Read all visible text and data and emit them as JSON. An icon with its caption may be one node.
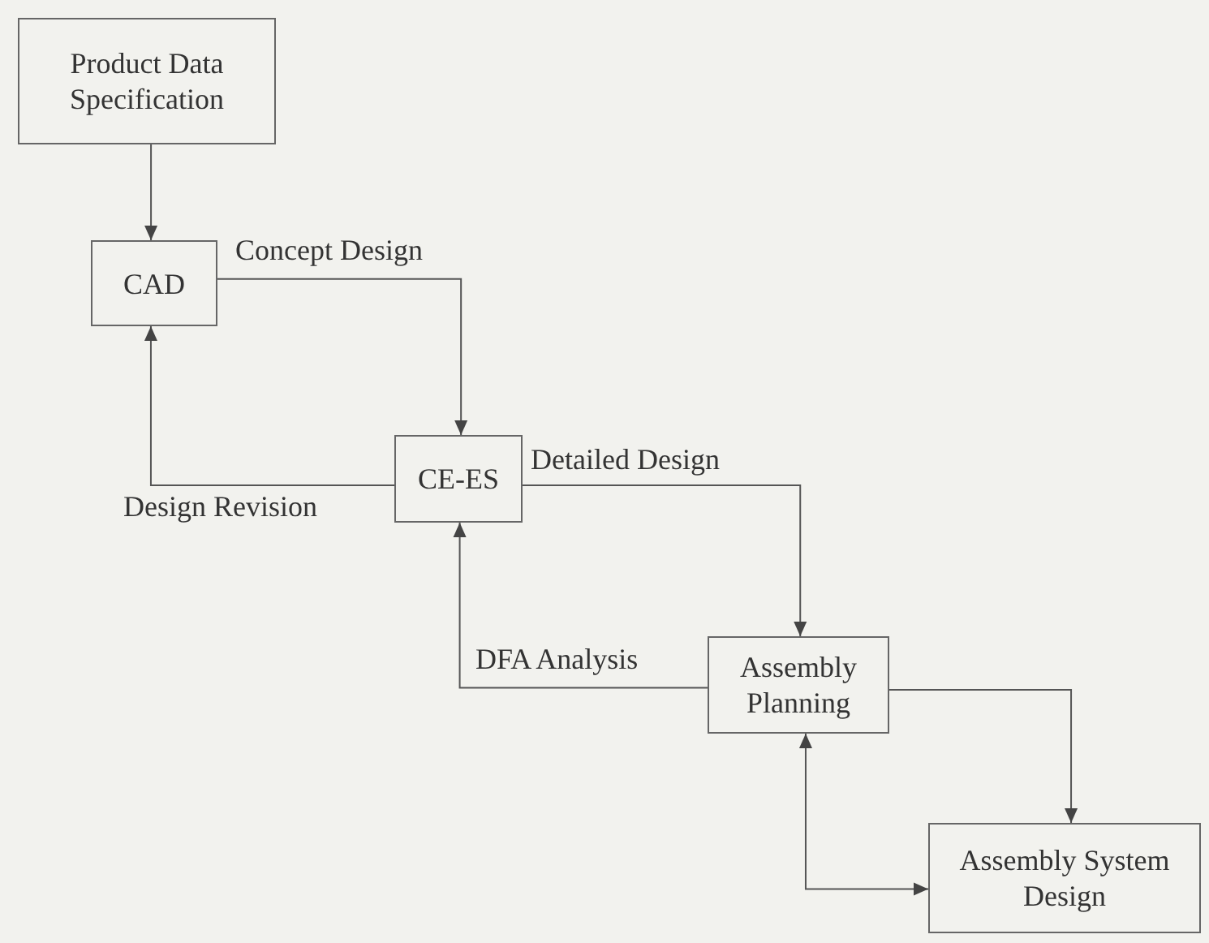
{
  "diagram": {
    "nodes": [
      {
        "text": [
          "Product Data Specification"
        ]
      },
      {
        "text": [
          "CAD"
        ]
      },
      {
        "text": [
          "CE-ES"
        ]
      },
      {
        "text": [
          "Assembly Planning"
        ]
      },
      {
        "text": [
          "Assembly System Design"
        ]
      }
    ],
    "edges": [
      {
        "from": 0,
        "to": 1,
        "arrow": "to"
      },
      {
        "from": 1,
        "to": 2,
        "arrow": "to",
        "label": "Concept Design"
      },
      {
        "from": 2,
        "to": 1,
        "arrow": "to",
        "label": "Design Revision"
      },
      {
        "from": 2,
        "to": 3,
        "arrow": "to",
        "label": "Detailed Design"
      },
      {
        "from": 3,
        "to": 2,
        "arrow": "to",
        "label": "DFA Analysis"
      },
      {
        "from": 3,
        "to": 4,
        "arrow": "to"
      },
      {
        "from": 3,
        "to": 4,
        "arrow": "both"
      }
    ]
  }
}
